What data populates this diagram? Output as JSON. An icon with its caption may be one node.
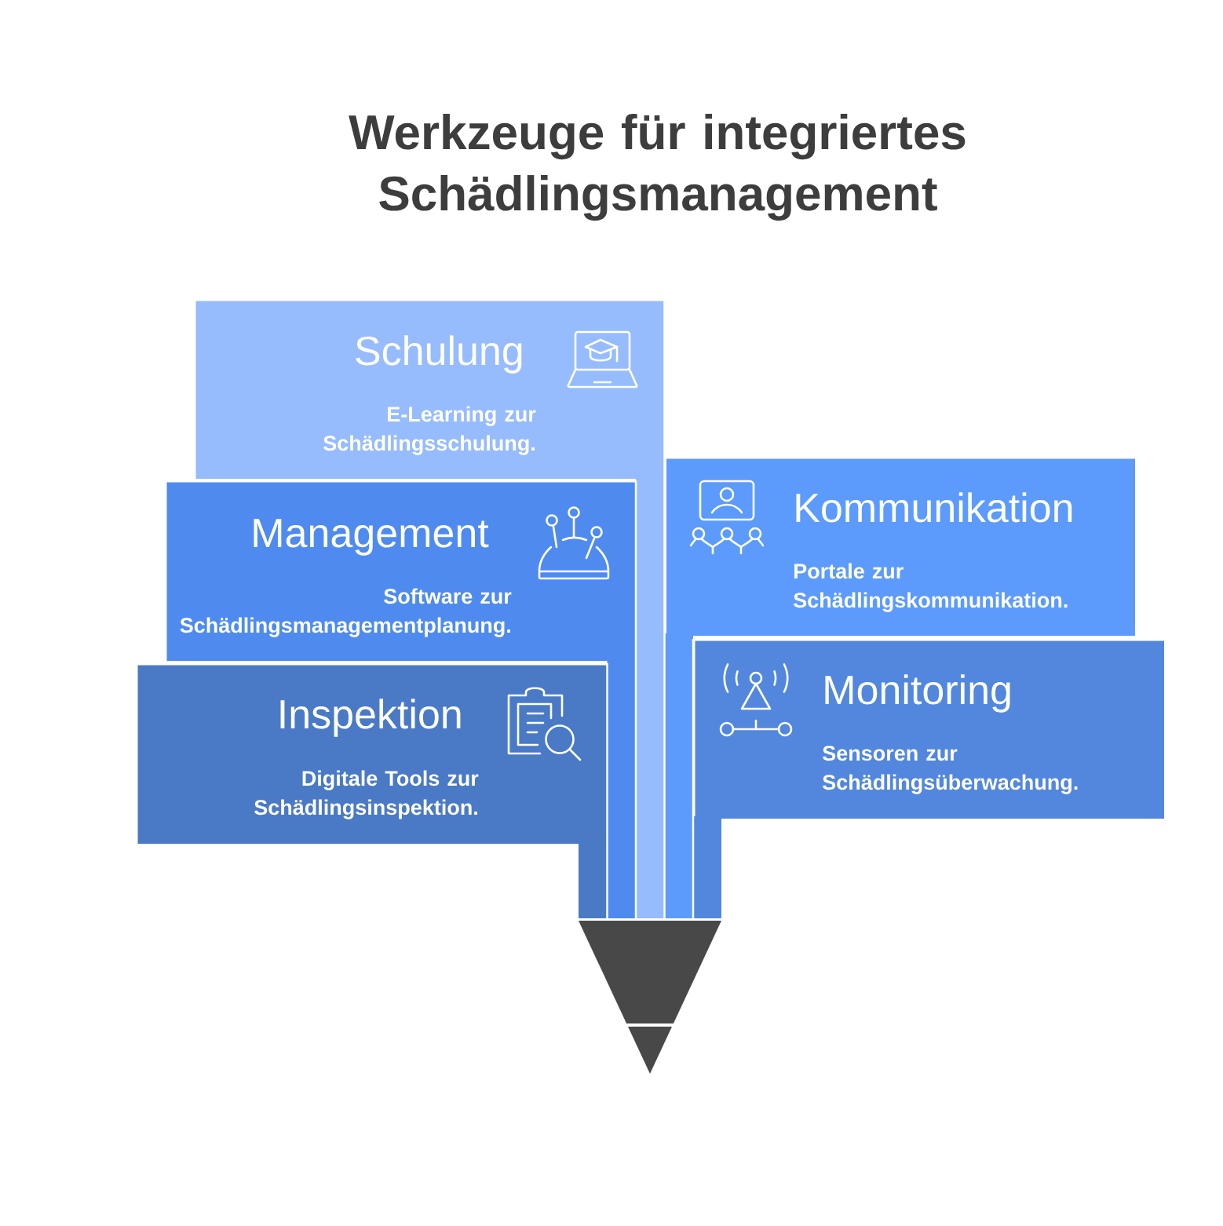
{
  "diagram": {
    "title": "Werkzeuge für integriertes Schädlingsmanagement",
    "nodes": [
      {
        "text": [
          "Schulung",
          "E-Learning zur Schädlingsschulung."
        ]
      },
      {
        "text": [
          "Kommunikation",
          "Portale zur Schädlingskommunikation."
        ]
      },
      {
        "text": [
          "Management",
          "Software zur Schädlingsmanagementplanung."
        ]
      },
      {
        "text": [
          "Monitoring",
          "Sensoren zur Schädlingsüberwachung."
        ]
      },
      {
        "text": [
          "Inspektion",
          "Digitale Tools zur Schädlingsinspektion."
        ]
      }
    ]
  }
}
